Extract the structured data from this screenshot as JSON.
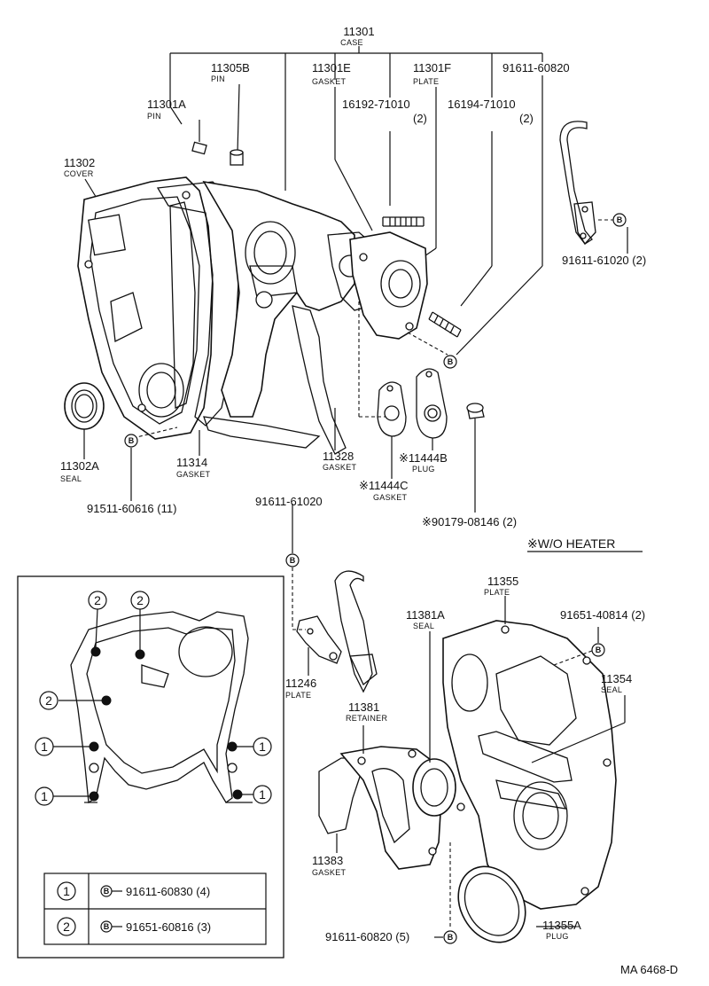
{
  "labels": {
    "p11301": {
      "pn": "11301",
      "name": "CASE"
    },
    "p11305B": {
      "pn": "11305B",
      "name": "PIN"
    },
    "p11301E": {
      "pn": "11301E",
      "name": "GASKET"
    },
    "p11301F": {
      "pn": "11301F",
      "name": "PLATE"
    },
    "p91611_60820_top": {
      "pn": "91611-60820"
    },
    "p11301A": {
      "pn": "11301A",
      "name": "PIN"
    },
    "p16192": {
      "pn": "16192-71010",
      "qty": "(2)"
    },
    "p16194": {
      "pn": "16194-71010",
      "qty": "(2)"
    },
    "p11302": {
      "pn": "11302",
      "name": "COVER"
    },
    "p91611_61020_right": {
      "pn": "91611-61020 (2)"
    },
    "p11302A": {
      "pn": "11302A",
      "name": "SEAL"
    },
    "p11314": {
      "pn": "11314",
      "name": "GASKET"
    },
    "p11328": {
      "pn": "11328",
      "name": "GASKET"
    },
    "p11444B": {
      "pn": "※11444B",
      "name": "PLUG"
    },
    "p11444C": {
      "pn": "※11444C",
      "name": "GASKET"
    },
    "p91511": {
      "pn": "91511-60616 (11)"
    },
    "p91611_61020_mid": {
      "pn": "91611-61020"
    },
    "p90179": {
      "pn": "※90179-08146 (2)"
    },
    "wo_heater": "※W/O HEATER",
    "p11355": {
      "pn": "11355",
      "name": "PLATE"
    },
    "p11381A": {
      "pn": "11381A",
      "name": "SEAL"
    },
    "p91651_40814": {
      "pn": "91651-40814 (2)"
    },
    "p11354": {
      "pn": "11354",
      "name": "SEAL"
    },
    "p11246": {
      "pn": "11246",
      "name": "PLATE"
    },
    "p11381": {
      "pn": "11381",
      "name": "RETAINER"
    },
    "p11383": {
      "pn": "11383",
      "name": "GASKET"
    },
    "p11355A": {
      "pn": "11355A",
      "name": "PLUG"
    },
    "p91611_60820_bottom": {
      "pn": "91611-60820 (5)"
    },
    "footer_code": "MA 6468-D"
  },
  "bolt_marker": "B",
  "legend": {
    "rows": [
      {
        "num": "1",
        "marker": "B",
        "text": "91611-60830 (4)"
      },
      {
        "num": "2",
        "marker": "B",
        "text": "91651-60816 (3)"
      }
    ]
  },
  "inset_markers": [
    "2",
    "2",
    "2",
    "1",
    "1",
    "1",
    "1"
  ]
}
